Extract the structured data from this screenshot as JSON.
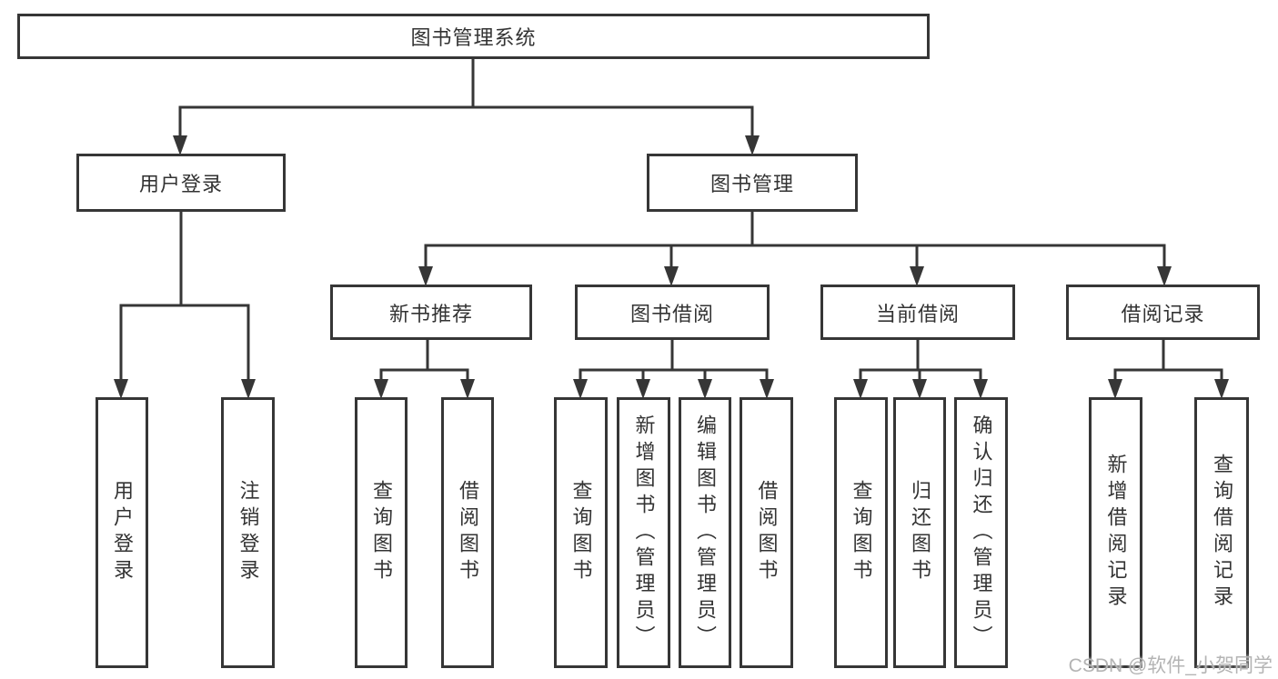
{
  "diagram": {
    "root": {
      "label": "图书管理系统"
    },
    "level2": [
      {
        "label": "用户登录",
        "children": [
          {
            "label": "用户登录"
          },
          {
            "label": "注销登录"
          }
        ]
      },
      {
        "label": "图书管理",
        "children": [
          {
            "label": "新书推荐",
            "children": [
              {
                "label": "查询图书"
              },
              {
                "label": "借阅图书"
              }
            ]
          },
          {
            "label": "图书借阅",
            "children": [
              {
                "label": "查询图书"
              },
              {
                "label": "新增图书（管理员）"
              },
              {
                "label": "编辑图书（管理员）"
              },
              {
                "label": "借阅图书"
              }
            ]
          },
          {
            "label": "当前借阅",
            "children": [
              {
                "label": "查询图书"
              },
              {
                "label": "归还图书"
              },
              {
                "label": "确认归还（管理员）"
              }
            ]
          },
          {
            "label": "借阅记录",
            "children": [
              {
                "label": "新增借阅记录"
              },
              {
                "label": "查询借阅记录"
              }
            ]
          }
        ]
      }
    ]
  },
  "watermark": {
    "text": "CSDN @软件_小贺同学"
  },
  "colors": {
    "line": "#363636",
    "text": "#333333",
    "watermark": "#b4b4b4",
    "background": "#ffffff"
  }
}
